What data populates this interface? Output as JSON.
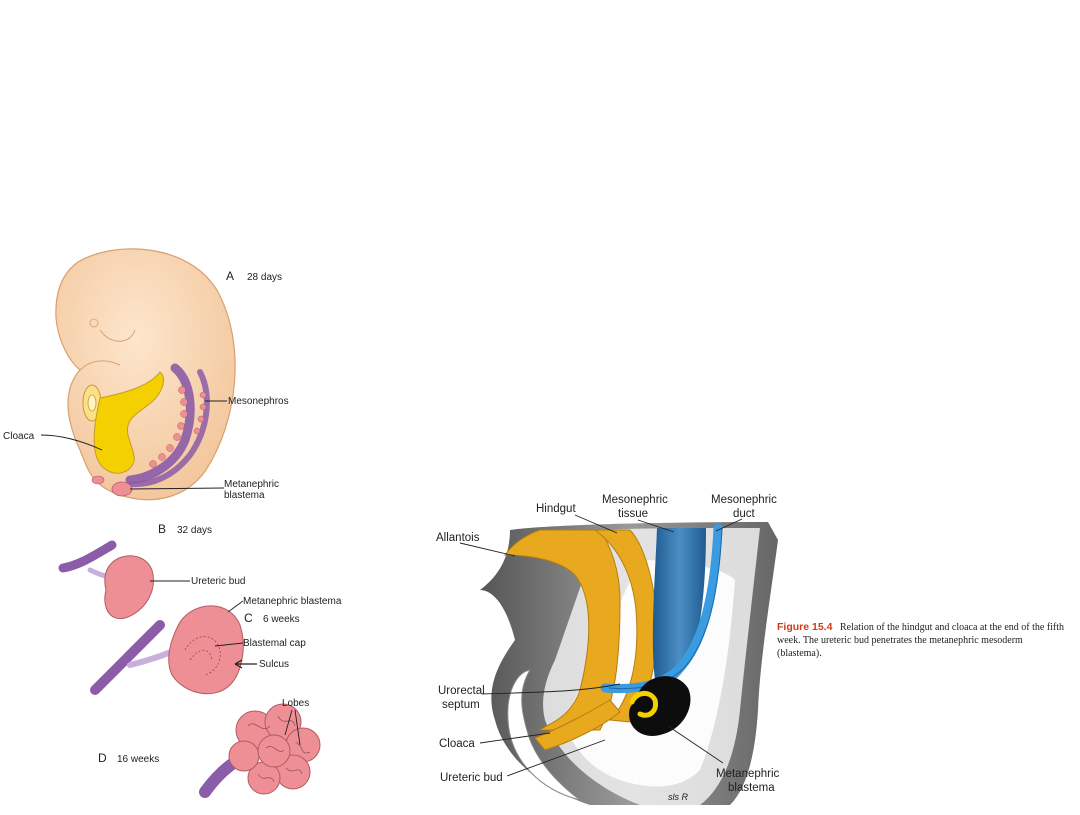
{
  "left_panel": {
    "stage_a": {
      "letter": "A",
      "age": "28 days"
    },
    "stage_b": {
      "letter": "B",
      "age": "32 days"
    },
    "stage_c": {
      "letter": "C",
      "age": "6 weeks"
    },
    "stage_d": {
      "letter": "D",
      "age": "16 weeks"
    },
    "labels": {
      "mesonephros": "Mesonephros",
      "cloaca": "Cloaca",
      "metanephric_blastema_line1": "Metanephric",
      "metanephric_blastema_line2": "blastema",
      "ureteric_bud": "Ureteric bud",
      "metanephric_blastema": "Metanephric blastema",
      "blastemal_cap": "Blastemal cap",
      "sulcus": "Sulcus",
      "lobes": "Lobes"
    }
  },
  "right_panel": {
    "labels": {
      "hindgut": "Hindgut",
      "mesonephric_tissue_line1": "Mesonephric",
      "mesonephric_tissue_line2": "tissue",
      "mesonephric_duct_line1": "Mesonephric",
      "mesonephric_duct_line2": "duct",
      "allantois": "Allantois",
      "urorectal_septum_line1": "Urorectal",
      "urorectal_septum_line2": "septum",
      "cloaca": "Cloaca",
      "ureteric_bud": "Ureteric bud",
      "metanephric_blastema_line1": "Metanephric",
      "metanephric_blastema_line2": "blastema"
    },
    "signature": "sls R"
  },
  "caption": {
    "figure_label": "Figure 15.4",
    "text": "Relation of the hindgut and cloaca at the end of the fifth week. The ureteric bud penetrates the metanephric mesoderm (blastema)."
  },
  "colors": {
    "embryo_skin": "#f8d7b5",
    "yellow_gut": "#f5d000",
    "purple_duct": "#8b5ca8",
    "pink_kidney": "#ee8f96",
    "gold_hindgut": "#e8a91e",
    "blue_tissue": "#2e6fa8",
    "bright_blue_duct": "#3b9be0",
    "grey_wall": "#7a7a7a",
    "caption_red": "#d23a1c"
  }
}
